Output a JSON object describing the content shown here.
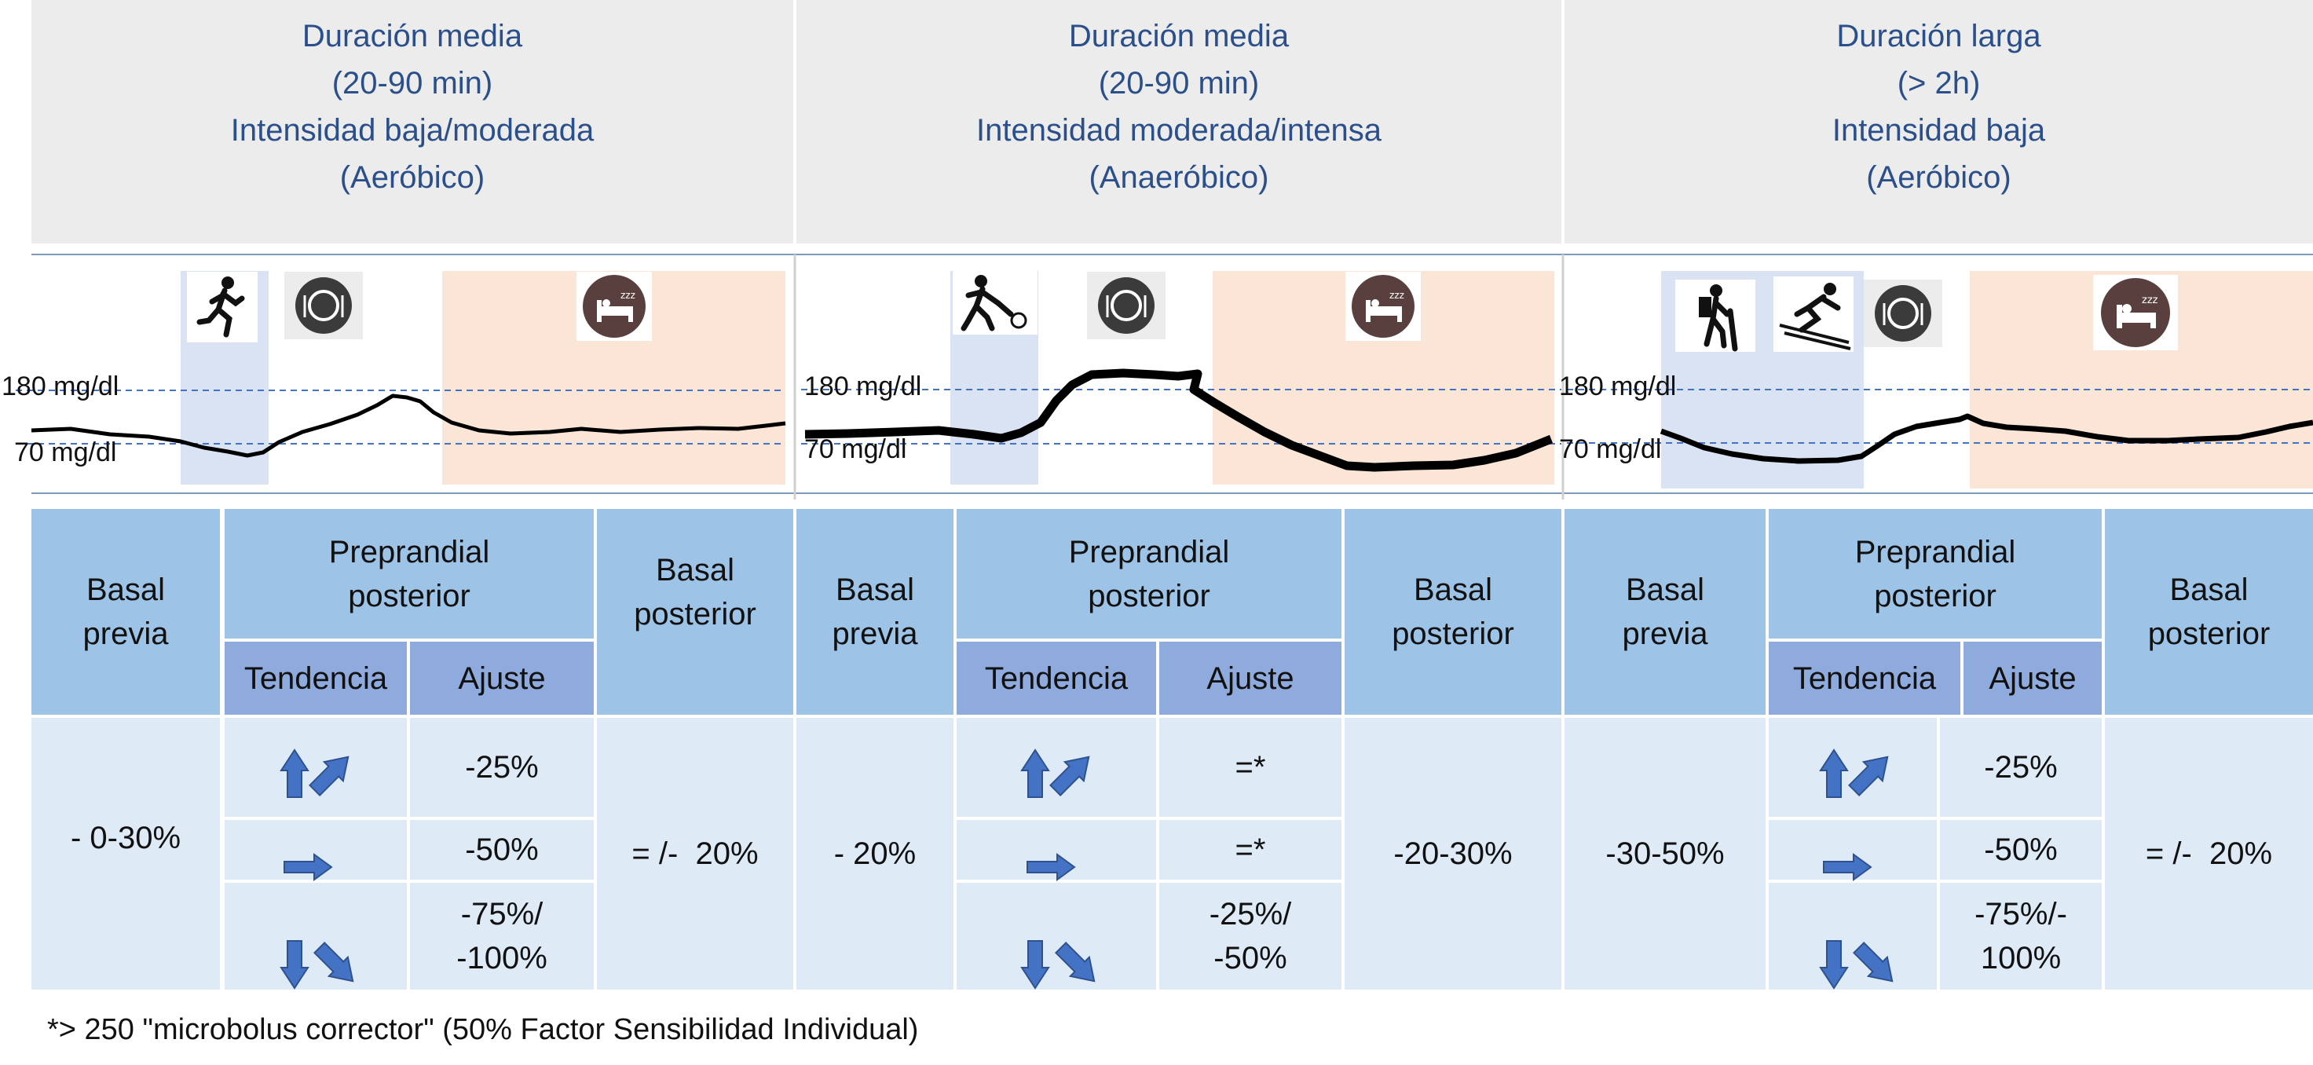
{
  "panels": [
    {
      "header": [
        "Duración media",
        "(20-90 min)",
        "Intensidad baja/moderada",
        "(Aeróbico)"
      ],
      "chart": {
        "ref_high": "180 mg/dl",
        "ref_low": "70 mg/dl",
        "activity_icons": [
          "runner-icon"
        ],
        "meal_icon": "plate-icon",
        "sleep_icon": "bed-sleep-icon"
      },
      "table": {
        "basal_previa": [
          "Basal",
          "previa"
        ],
        "preprandial": [
          "Preprandial",
          "posterior"
        ],
        "tendencia": "Tendencia",
        "ajuste": "Ajuste",
        "basal_posterior": [
          "Basal",
          "posterior"
        ],
        "basal_previa_value": "- 0-30%",
        "ajuste_values": [
          [
            "-25%"
          ],
          [
            "-50%"
          ],
          [
            "-75%/",
            "-100%"
          ]
        ],
        "basal_posterior_value": "= /-  20%"
      }
    },
    {
      "header": [
        "Duración media",
        "(20-90 min)",
        "Intensidad moderada/intensa",
        "(Anaeróbico)"
      ],
      "chart": {
        "ref_high": "180 mg/dl",
        "ref_low": "70 mg/dl",
        "activity_icons": [
          "tennis-player-icon"
        ],
        "meal_icon": "plate-icon",
        "sleep_icon": "bed-sleep-icon"
      },
      "table": {
        "basal_previa": [
          "Basal",
          "previa"
        ],
        "preprandial": [
          "Preprandial",
          "posterior"
        ],
        "tendencia": "Tendencia",
        "ajuste": "Ajuste",
        "basal_posterior": [
          "Basal",
          "posterior"
        ],
        "basal_previa_value": "- 20%",
        "ajuste_values": [
          [
            "=*"
          ],
          [
            "=*"
          ],
          [
            "-25%/",
            "-50%"
          ]
        ],
        "basal_posterior_value": "-20-30%"
      }
    },
    {
      "header": [
        "Duración larga",
        "(> 2h)",
        "Intensidad baja",
        "(Aeróbico)"
      ],
      "chart": {
        "ref_high": "180 mg/dl",
        "ref_low": "70 mg/dl",
        "activity_icons": [
          "hiker-icon",
          "skier-icon"
        ],
        "meal_icon": "plate-icon",
        "sleep_icon": "bed-sleep-icon"
      },
      "table": {
        "basal_previa": [
          "Basal",
          "previa"
        ],
        "preprandial": [
          "Preprandial",
          "posterior"
        ],
        "tendencia": "Tendencia",
        "ajuste": "Ajuste",
        "basal_posterior": [
          "Basal",
          "posterior"
        ],
        "basal_previa_value": "-30-50%",
        "ajuste_values": [
          [
            "-25%"
          ],
          [
            "-50%"
          ],
          [
            "-75%/-",
            "100%"
          ]
        ],
        "basal_posterior_value": "= /-  20%"
      }
    }
  ],
  "trend_arrows": [
    "up-and-up-right",
    "right",
    "down-and-down-right"
  ],
  "footnote": "*> 250 \"microbolus corrector\"  (50% Factor Sensibilidad Individual)",
  "colors": {
    "header_text": "#2b4f8a",
    "header_bg": "#ececec",
    "activity_zone": "#dae3f3",
    "sleep_zone": "#fbe5d6",
    "table_header": "#9dc3e6",
    "table_subheader": "#8faadc",
    "table_body": "#deebf7",
    "arrow": "#4472c4",
    "ref_line": "#4472c4"
  }
}
